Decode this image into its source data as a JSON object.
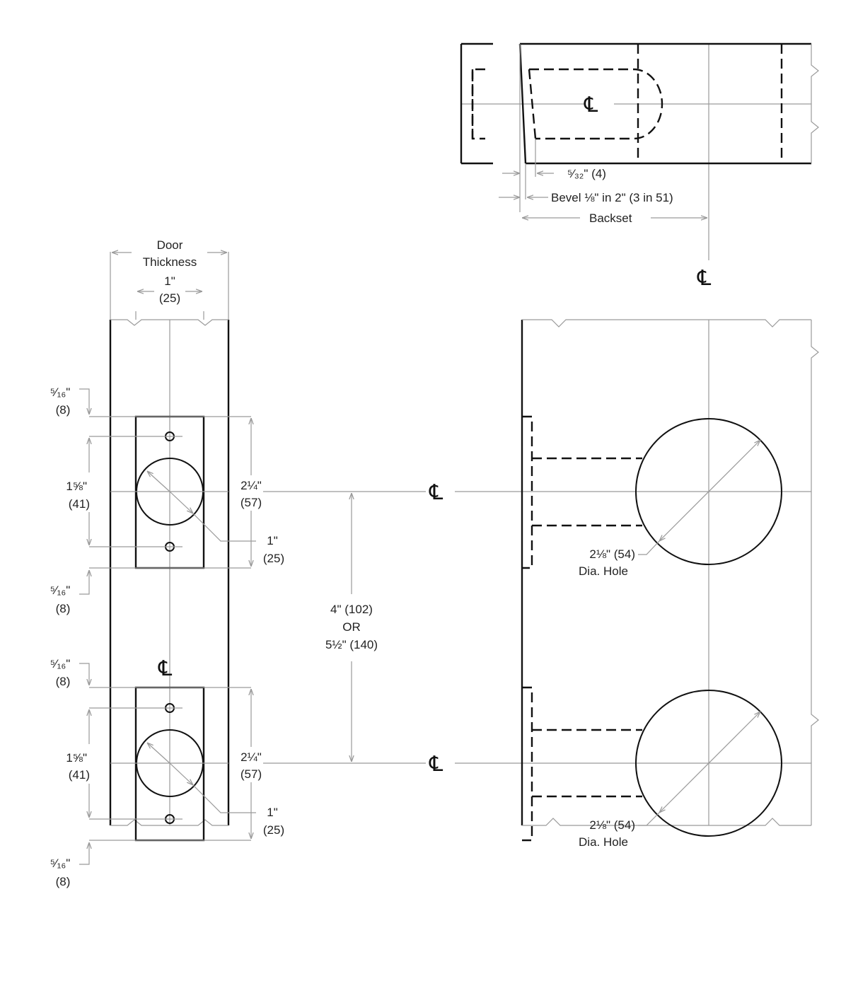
{
  "symbols": {
    "centerline": "℄"
  },
  "top_view": {
    "dim_small": "⁵⁄₃₂\" (4)",
    "dim_bevel": "Bevel ⅛\" in 2\" (3 in 51)",
    "dim_backset": "Backset"
  },
  "edge_view": {
    "door_thickness_line1": "Door",
    "door_thickness_line2": "Thickness",
    "width_in": "1\"",
    "width_mm": "(25)",
    "upper": {
      "top_offset_in": "⁵⁄₁₆\"",
      "top_offset_mm": "(8)",
      "screw_spacing_in": "1⅝\"",
      "screw_spacing_mm": "(41)",
      "plate_height_in": "2¼\"",
      "plate_height_mm": "(57)",
      "hole_in": "1\"",
      "hole_mm": "(25)",
      "bottom_offset_in": "⁵⁄₁₆\"",
      "bottom_offset_mm": "(8)"
    },
    "lower": {
      "top_offset_in": "⁵⁄₁₆\"",
      "top_offset_mm": "(8)",
      "screw_spacing_in": "1⅝\"",
      "screw_spacing_mm": "(41)",
      "plate_height_in": "2¼\"",
      "plate_height_mm": "(57)",
      "hole_in": "1\"",
      "hole_mm": "(25)",
      "bottom_offset_in": "⁵⁄₁₆\"",
      "bottom_offset_mm": "(8)"
    }
  },
  "spacing": {
    "line1": "4\" (102)",
    "line2": "OR",
    "line3": "5½\" (140)"
  },
  "face_view": {
    "upper_hole_line1": "2⅛\" (54)",
    "upper_hole_line2": "Dia. Hole",
    "lower_hole_line1": "2⅛\" (54)",
    "lower_hole_line2": "Dia. Hole"
  }
}
